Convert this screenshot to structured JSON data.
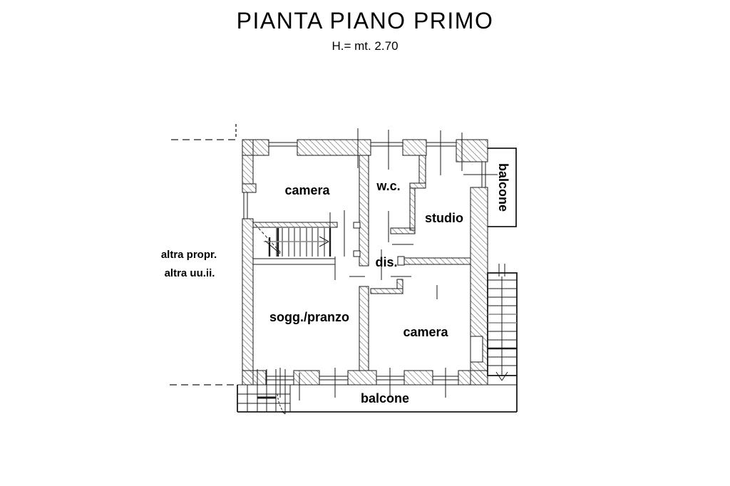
{
  "title": "PIANTA PIANO PRIMO",
  "subtitle": "H.= mt. 2.70",
  "rooms": {
    "camera_top": "camera",
    "wc": "w.c.",
    "studio": "studio",
    "dis": "dis.",
    "sogg_pranzo": "sogg./pranzo",
    "camera_bottom": "camera"
  },
  "balconies": {
    "right": "balcone",
    "bottom": "balcone"
  },
  "annotations": {
    "line1": "altra propr.",
    "line2": "altra uu.ii."
  },
  "colors": {
    "ink": "#1a1a1a",
    "background": "#ffffff"
  }
}
